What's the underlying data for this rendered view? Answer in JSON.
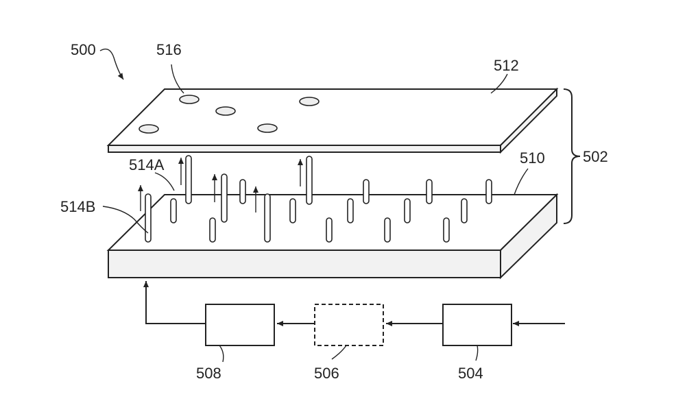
{
  "figure": {
    "labels": {
      "system": "500",
      "assembly": "502",
      "block_504": "504",
      "block_506": "506",
      "block_508": "508",
      "substrate": "510",
      "cover_plate": "512",
      "pin_a": "514A",
      "pin_b": "514B",
      "holes": "516"
    }
  }
}
